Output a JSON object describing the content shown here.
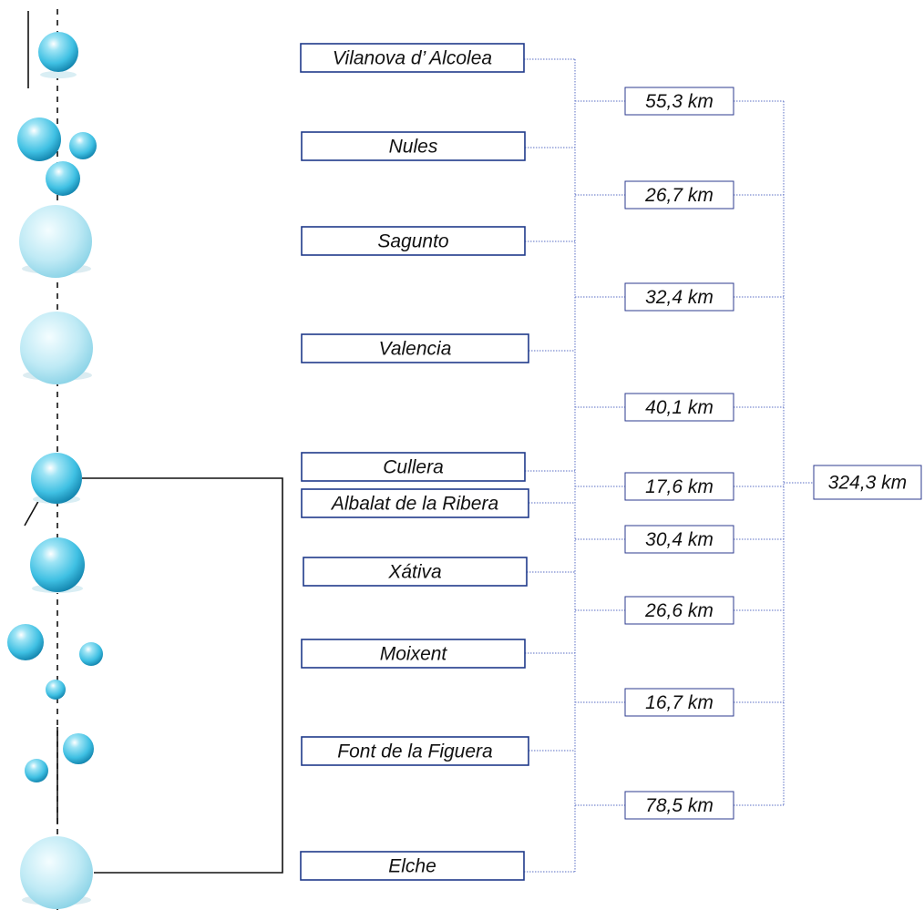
{
  "stations": [
    {
      "name": "Vilanova d’ Alcolea"
    },
    {
      "name": "Nules"
    },
    {
      "name": "Sagunto"
    },
    {
      "name": "Valencia"
    },
    {
      "name": "Cullera"
    },
    {
      "name": "Albalat de la Ribera"
    },
    {
      "name": "Xátiva"
    },
    {
      "name": "Moixent"
    },
    {
      "name": "Font de la Figuera"
    },
    {
      "name": "Elche"
    }
  ],
  "segments": [
    {
      "label": "55,3 km",
      "km": 55.3
    },
    {
      "label": "26,7 km",
      "km": 26.7
    },
    {
      "label": "32,4 km",
      "km": 32.4
    },
    {
      "label": "40,1 km",
      "km": 40.1
    },
    {
      "label": "17,6 km",
      "km": 17.6
    },
    {
      "label": "30,4 km",
      "km": 30.4
    },
    {
      "label": "26,6 km",
      "km": 26.6
    },
    {
      "label": "16,7 km",
      "km": 16.7
    },
    {
      "label": "78,5 km",
      "km": 78.5
    }
  ],
  "total": {
    "label": "324,3 km",
    "km": 324.3
  },
  "colors": {
    "bubble_light": "#eafaff",
    "bubble_mid": "#47c6e6",
    "bubble_dark": "#0f86b0",
    "box_border": "#1f3a8a",
    "connector": "#5b6fc5"
  }
}
